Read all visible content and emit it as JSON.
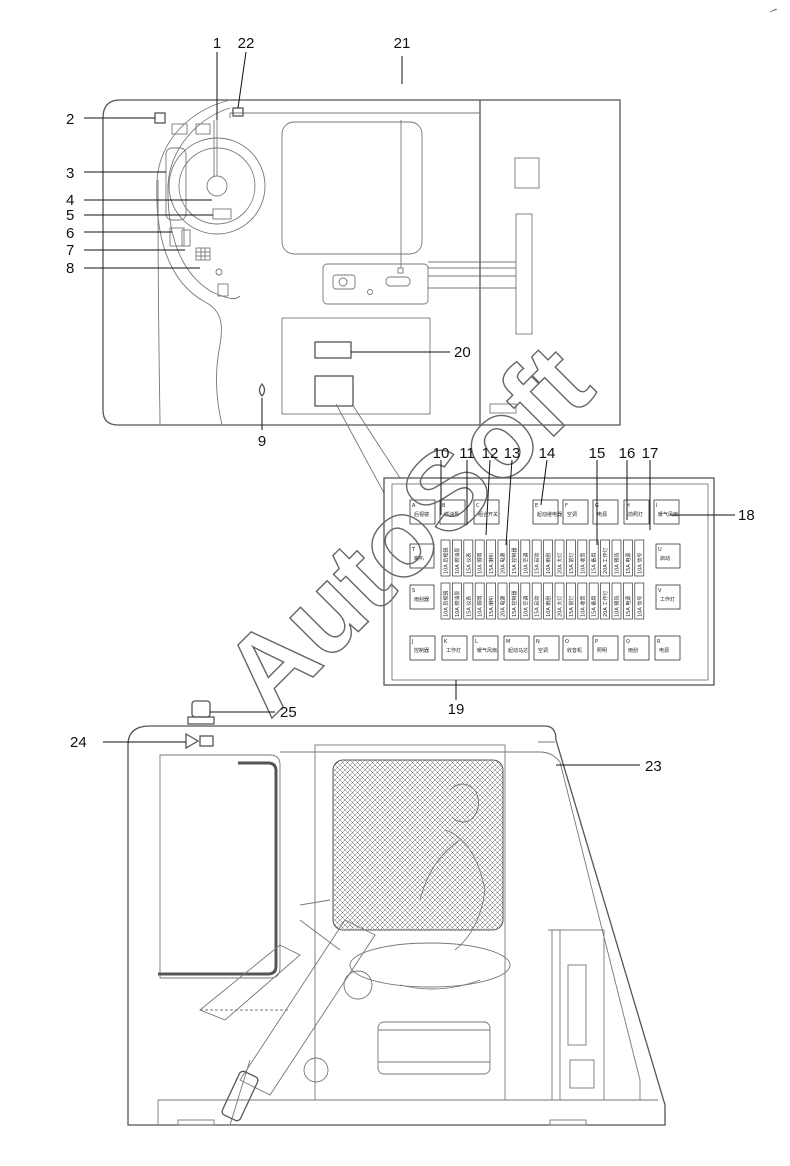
{
  "callouts": [
    "1",
    "2",
    "3",
    "4",
    "5",
    "6",
    "7",
    "8",
    "9",
    "10",
    "11",
    "12",
    "13",
    "14",
    "15",
    "16",
    "17",
    "18",
    "19",
    "20",
    "21",
    "22",
    "23",
    "24",
    "25"
  ],
  "watermark": "AutoSoft",
  "fuse_box": {
    "top_boxes": [
      {
        "letter": "A",
        "text": "后视镜"
      },
      {
        "letter": "B",
        "text": "燃油泵"
      },
      {
        "letter": "C",
        "text": "组合开关"
      },
      {
        "letter": "E",
        "text": "起动继电器"
      },
      {
        "letter": "F",
        "text": "空调"
      },
      {
        "letter": "G",
        "text": "电源"
      },
      {
        "letter": "H",
        "text": "前照灯"
      },
      {
        "letter": "I",
        "text": "暖气风扇"
      }
    ],
    "side_boxes": [
      {
        "letter": "T",
        "text": "喇叭"
      },
      {
        "letter": "S",
        "text": "雨刮器"
      },
      {
        "letter": "U",
        "text": "启动"
      },
      {
        "letter": "V",
        "text": "工作灯"
      }
    ],
    "bottom_boxes": [
      {
        "letter": "J",
        "text": "控制器"
      },
      {
        "letter": "K",
        "text": "工作灯"
      },
      {
        "letter": "L",
        "text": "暖气风扇"
      },
      {
        "letter": "M",
        "text": "起动马达"
      },
      {
        "letter": "N",
        "text": "空调"
      },
      {
        "letter": "O",
        "text": "收音机"
      },
      {
        "letter": "P",
        "text": "照明"
      },
      {
        "letter": "Q",
        "text": "雨刮"
      },
      {
        "letter": "R",
        "text": "电源"
      }
    ],
    "fuse_row_1": [
      "10A 后视镜",
      "10A 燃油泵",
      "15A 仪表",
      "10A 照明",
      "15A 喇叭",
      "20A 电源",
      "15A 控制器",
      "10A 空调",
      "15A 启动",
      "10A 雨刮",
      "20A 大灯",
      "15A 前灯",
      "10A 收音",
      "15A 备用",
      "20A 工作灯",
      "10A 预热",
      "15A 电源",
      "10A 信号"
    ],
    "fuse_row_2": [
      "10A 后视镜",
      "10A 燃油泵",
      "15A 仪表",
      "10A 照明",
      "15A 喇叭",
      "20A 电源",
      "15A 控制器",
      "10A 空调",
      "15A 启动",
      "10A 雨刮",
      "20A 大灯",
      "15A 前灯",
      "10A 收音",
      "15A 备用",
      "20A 工作灯",
      "10A 预热",
      "15A 电源",
      "10A 信号"
    ]
  }
}
